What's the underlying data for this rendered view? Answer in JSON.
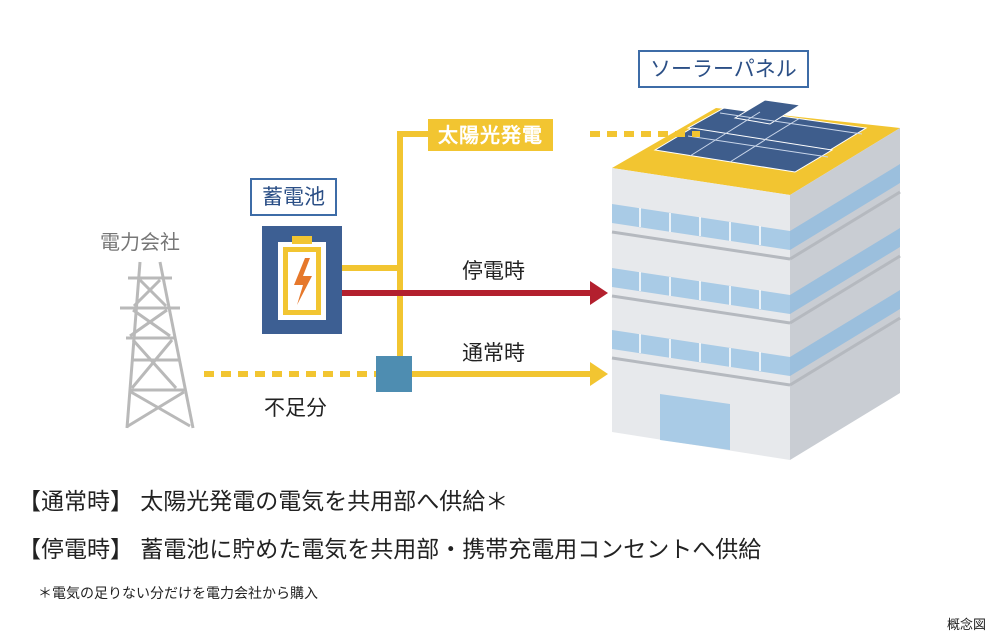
{
  "labels": {
    "solar_panel": "ソーラーパネル",
    "solar_power": "太陽光発電",
    "battery": "蓄電池",
    "power_company": "電力会社",
    "blackout": "停電時",
    "normal": "通常時",
    "shortfall": "不足分"
  },
  "captions": {
    "normal": "【通常時】 太陽光発電の電気を共用部へ供給＊",
    "blackout": "【停電時】 蓄電池に貯めた電気を共用部・携帯充電用コンセントへ供給"
  },
  "footnote": "＊電気の足りない分だけを電力会社から購入",
  "note": "概念図",
  "colors": {
    "yellow": "#f2c531",
    "red": "#b3202e",
    "navy": "#3d6ca7",
    "teal": "#4e8db1",
    "window": "#a9cbe6"
  }
}
